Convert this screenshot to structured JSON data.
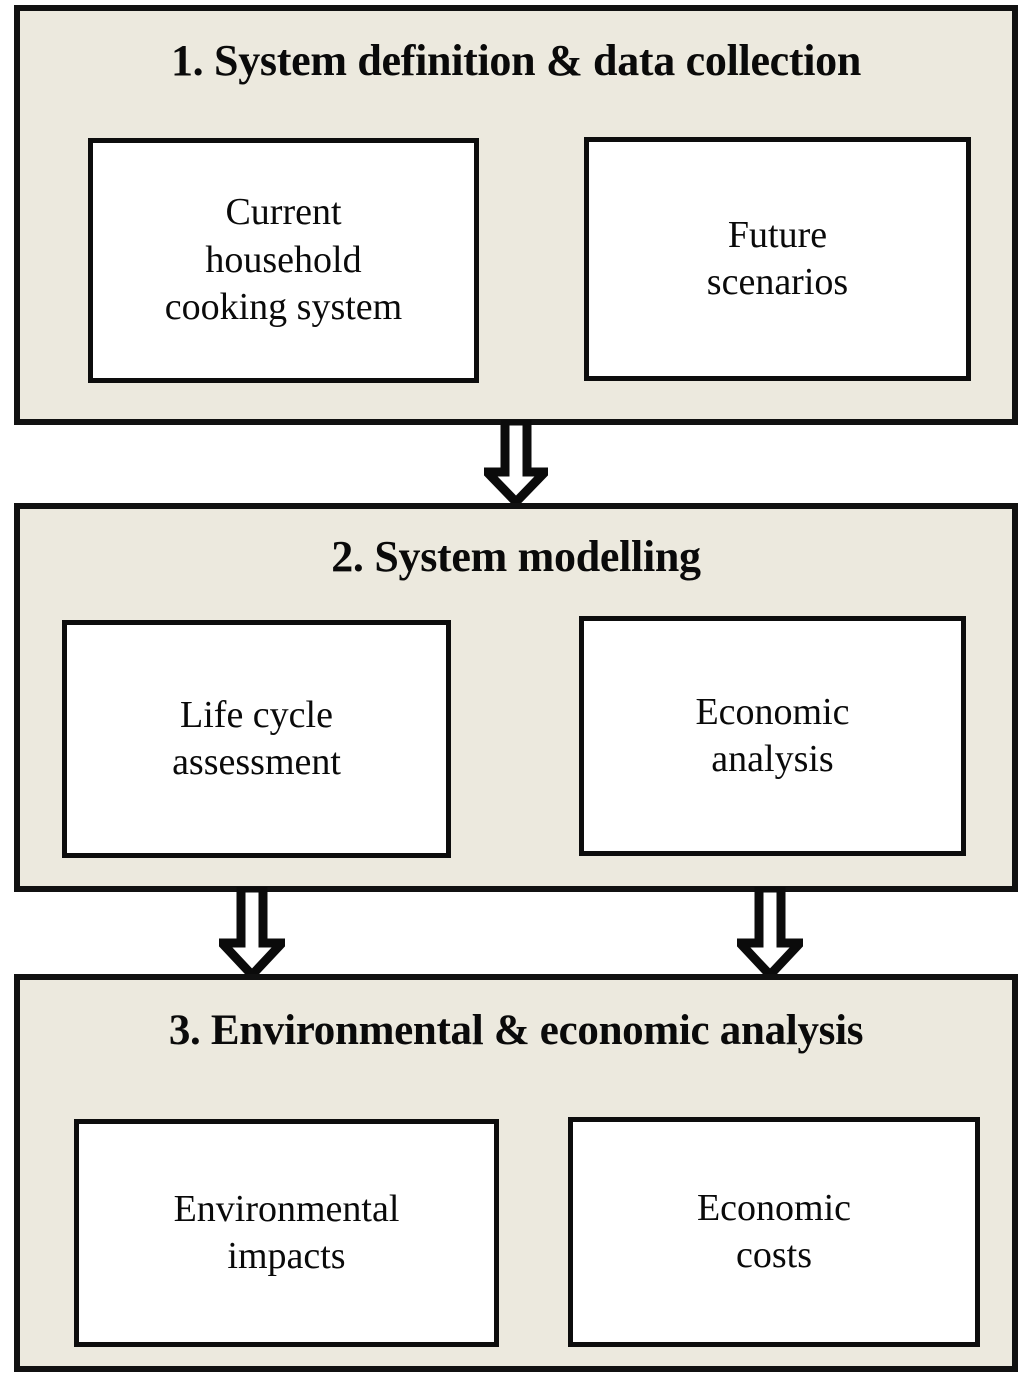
{
  "figure": {
    "type": "flowchart",
    "title": "Methodology flowchart: three-stage environmental and economic assessment of household cooking systems",
    "colors": {
      "panel_fill": "#ECE9DE",
      "node_fill": "#FFFFFF",
      "stroke": "#111111",
      "background": "#FFFFFF"
    }
  },
  "stages": [
    {
      "id": "stage-1",
      "title": "1. System definition & data collection",
      "nodes": [
        {
          "id": "node-current",
          "label": "Current\nhousehold\ncooking system"
        },
        {
          "id": "node-future",
          "label": "Future\nscenarios"
        }
      ]
    },
    {
      "id": "stage-2",
      "title": "2. System modelling",
      "nodes": [
        {
          "id": "node-lca",
          "label": "Life cycle\nassessment"
        },
        {
          "id": "node-econ-an",
          "label": "Economic\nanalysis"
        }
      ]
    },
    {
      "id": "stage-3",
      "title": "3. Environmental & economic analysis",
      "nodes": [
        {
          "id": "node-env-imp",
          "label": "Environmental\nimpacts"
        },
        {
          "id": "node-econ-cost",
          "label": "Economic\ncosts"
        }
      ]
    }
  ],
  "arrows": [
    {
      "id": "arrow-1-2",
      "icon": "down-block-arrow-icon",
      "from": "stage-1",
      "to": "stage-2"
    },
    {
      "id": "arrow-2-3a",
      "icon": "down-block-arrow-icon",
      "from": "stage-2",
      "to": "stage-3"
    },
    {
      "id": "arrow-2-3b",
      "icon": "down-block-arrow-icon",
      "from": "stage-2",
      "to": "stage-3"
    }
  ]
}
